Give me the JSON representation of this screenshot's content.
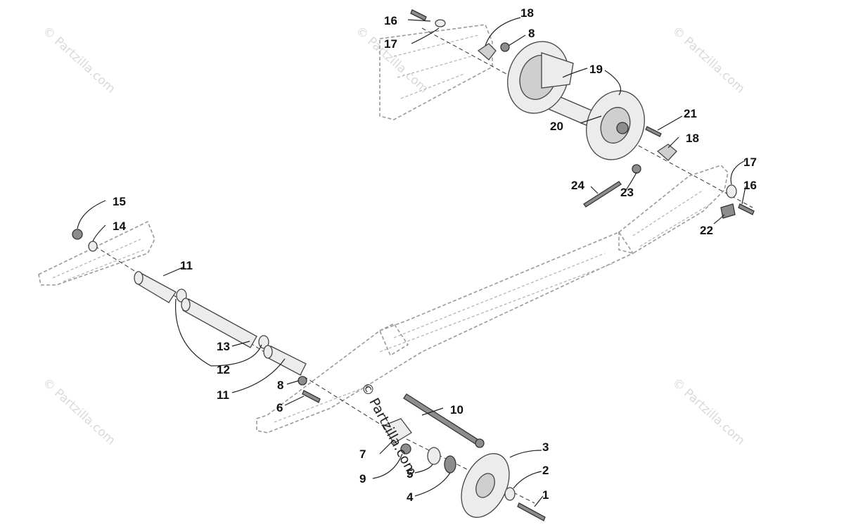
{
  "watermark": {
    "tile_text": "© Partzilla.com",
    "center_text": "© Partzilla.com"
  },
  "callouts": {
    "c1": "1",
    "c2": "2",
    "c3": "3",
    "c4": "4",
    "c5": "5",
    "c6": "6",
    "c7": "7",
    "c8a": "8",
    "c8b": "8",
    "c9": "9",
    "c10": "10",
    "c11a": "11",
    "c11b": "11",
    "c12": "12",
    "c13": "13",
    "c14": "14",
    "c15": "15",
    "c16a": "16",
    "c16b": "16",
    "c17a": "17",
    "c17b": "17",
    "c18a": "18",
    "c18b": "18",
    "c19": "19",
    "c20": "20",
    "c21": "21",
    "c22": "22",
    "c23": "23",
    "c24": "24"
  }
}
